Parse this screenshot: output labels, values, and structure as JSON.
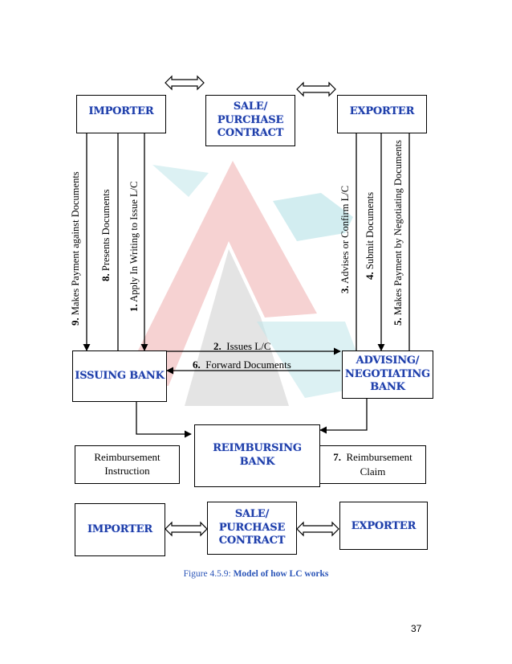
{
  "top_row": {
    "importer": "IMPORTER",
    "contract": [
      "SALE/",
      "PURCHASE",
      "CONTRACT"
    ],
    "exporter": "EXPORTER"
  },
  "banks": {
    "issuing": "ISSUING BANK",
    "advising": [
      "ADVISING/",
      "NEGOTIATING",
      "BANK"
    ],
    "reimbursing": [
      "REIMBURSING",
      "BANK"
    ]
  },
  "steps": {
    "s1": {
      "num": "1.",
      "text": "Apply In Writing to Issue L/C"
    },
    "s2": {
      "num": "2.",
      "text": "Issues L/C"
    },
    "s3": {
      "num": "3.",
      "text": "Advises or Confirm L/C"
    },
    "s4": {
      "num": "4.",
      "text": "Submit Documents"
    },
    "s5": {
      "num": "5.",
      "text": "Makes Payment by Negotiating Documents"
    },
    "s6": {
      "num": "6.",
      "text": "Forward Documents"
    },
    "s7": {
      "num": "7.",
      "text": "Reimbursement Claim"
    },
    "s8": {
      "num": "8.",
      "text": "Presents Documents"
    },
    "s9": {
      "num": "9.",
      "text": "Makes Payment against Documents"
    }
  },
  "reimbursement_instruction": [
    "Reimbursement",
    "Instruction"
  ],
  "bottom_row": {
    "importer": "IMPORTER",
    "contract": [
      "SALE/",
      "PURCHASE",
      "CONTRACT"
    ],
    "exporter": "EXPORTER"
  },
  "caption": {
    "prefix": "Figure 4.5.9: ",
    "title": "Model of how LC works"
  },
  "page_number": "37"
}
